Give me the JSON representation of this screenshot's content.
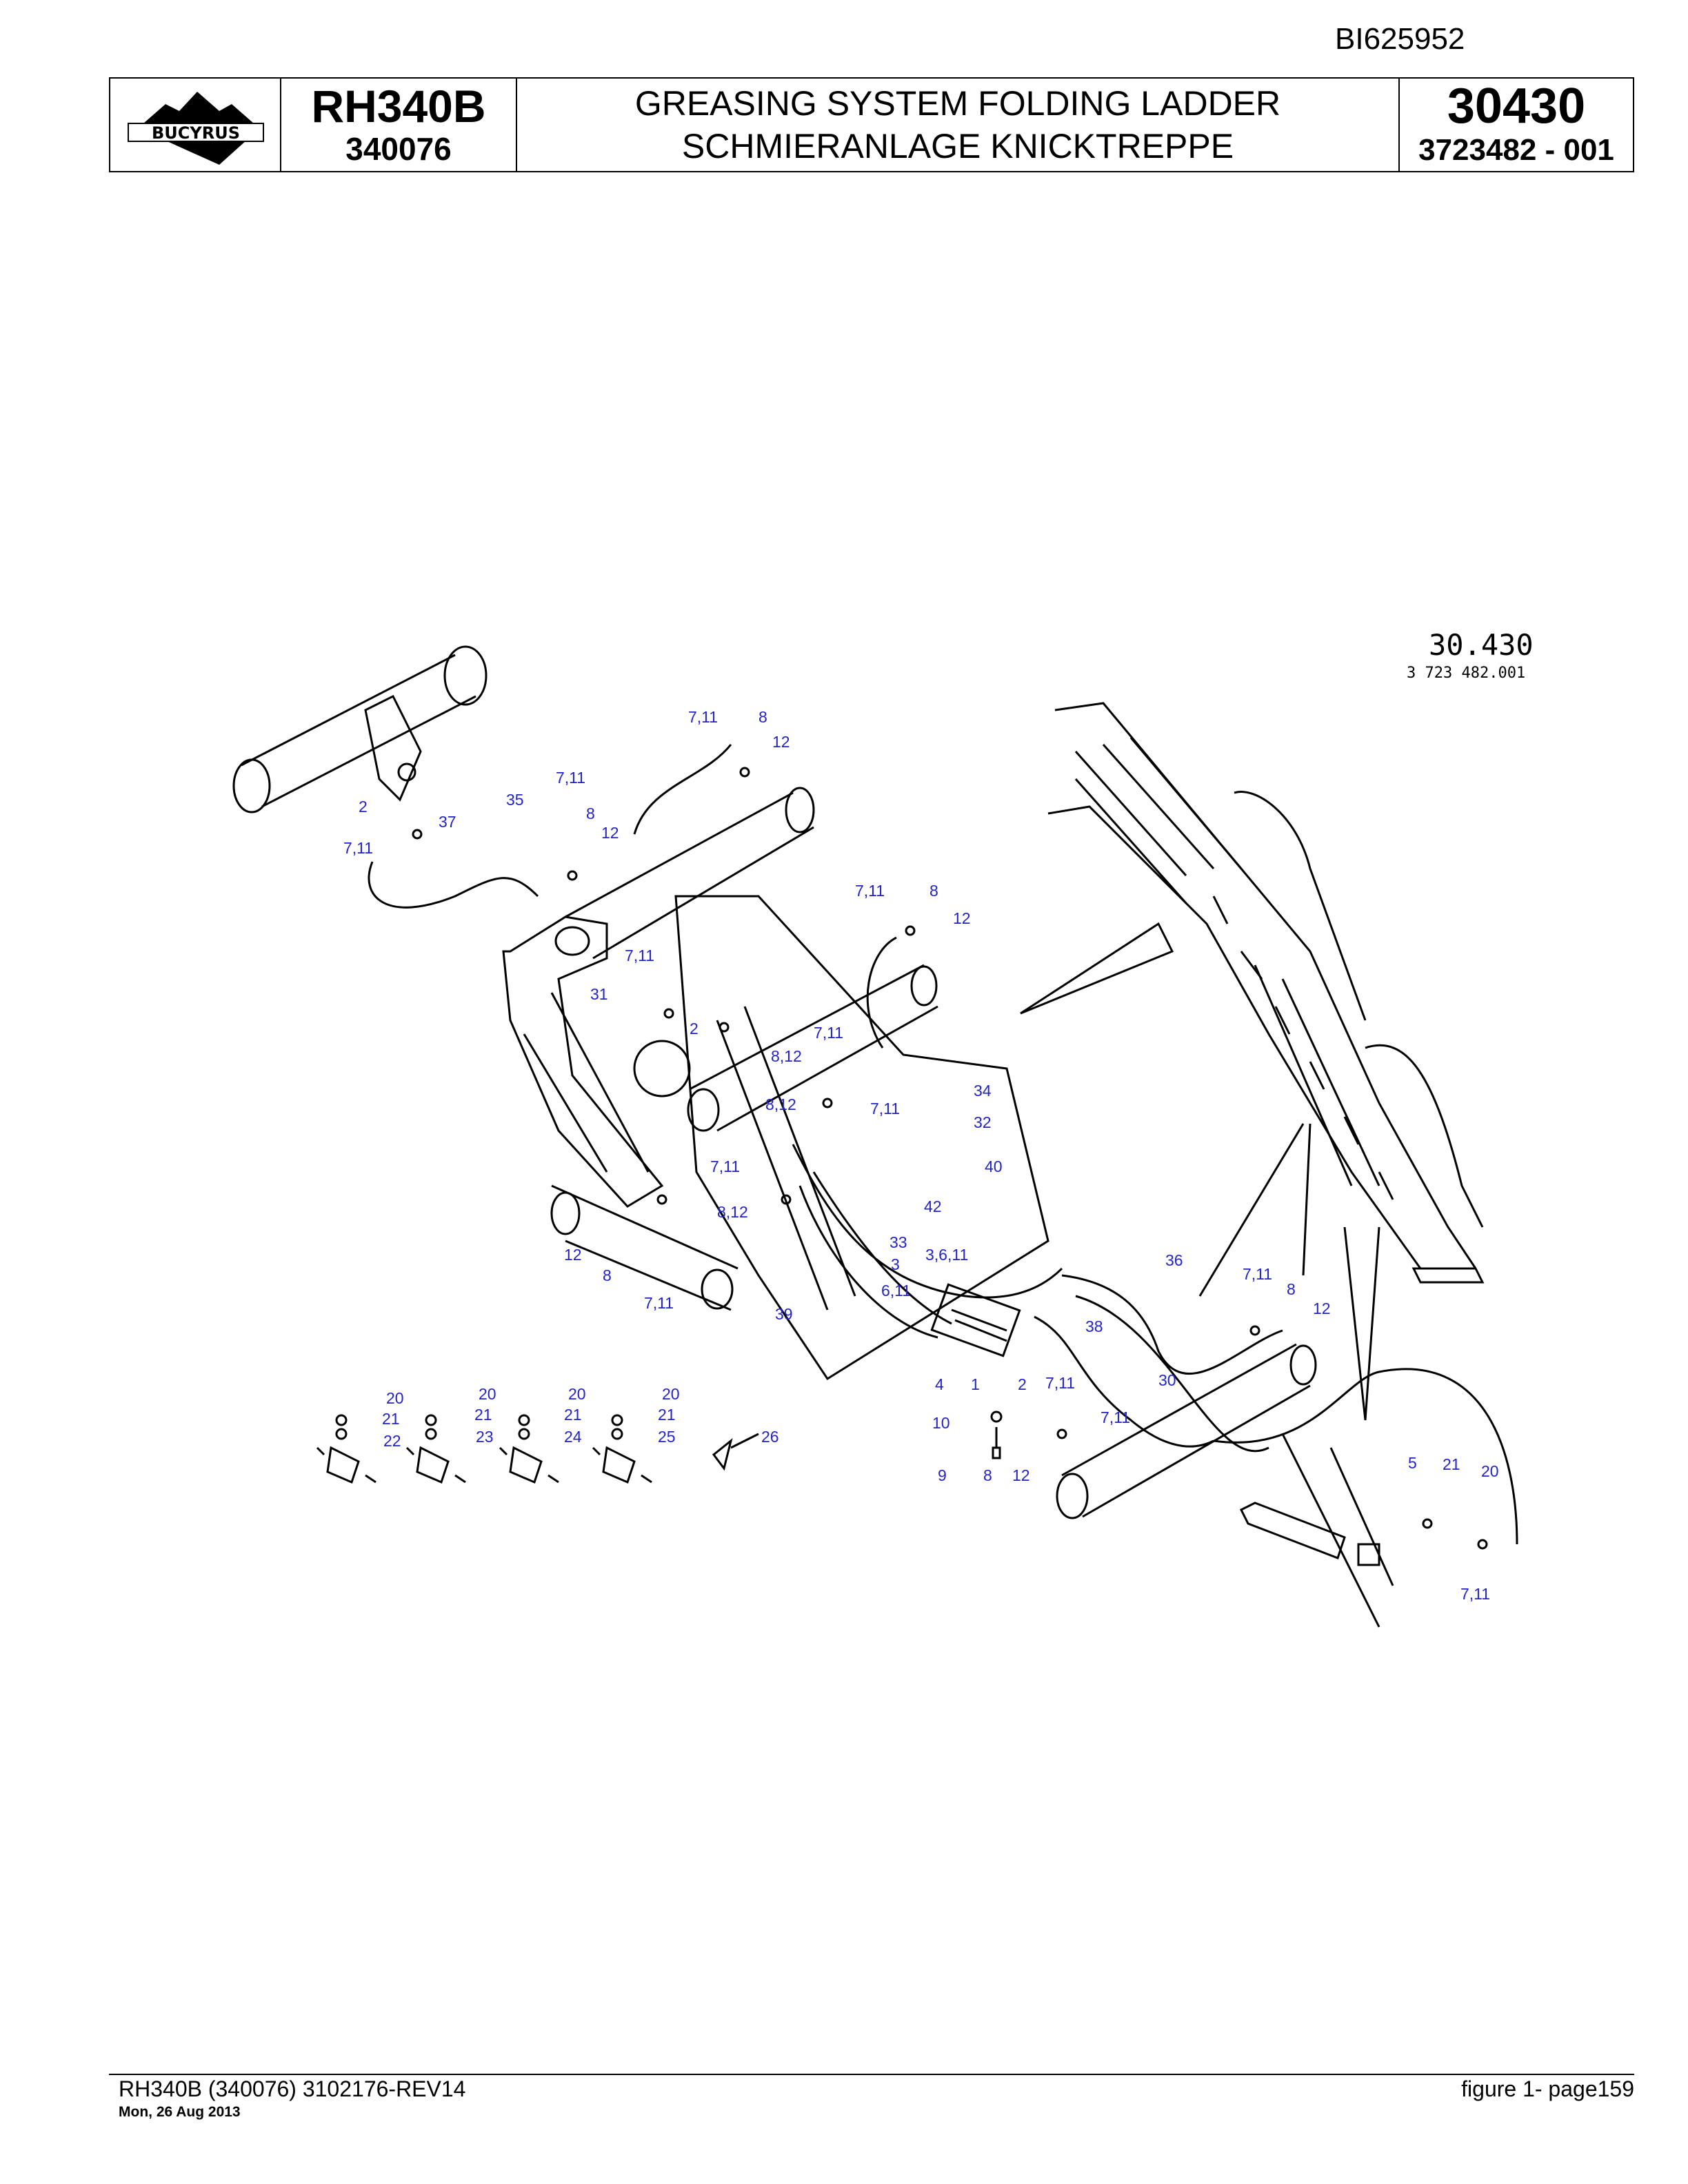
{
  "header": {
    "doc_id": "BI625952",
    "logo_text": "BUCYRUS",
    "model": "RH340B",
    "serial": "340076",
    "title_en": "GREASING SYSTEM FOLDING LADDER",
    "title_de": "SCHMIERANLAGE KNICKTREPPE",
    "figure_number": "30430",
    "part_number": "3723482  - 001"
  },
  "drawing": {
    "stamp_number": "30.430",
    "stamp_part": "3 723 482.001",
    "callouts": [
      "7,11",
      "8",
      "12",
      "7,11",
      "8",
      "12",
      "2",
      "35",
      "37",
      "7,11",
      "7,11",
      "8",
      "12",
      "7,11",
      "31",
      "2",
      "7,11",
      "8,12",
      "8,12",
      "7,11",
      "34",
      "32",
      "7,11",
      "40",
      "42",
      "8,12",
      "33",
      "3",
      "3,6,11",
      "6,11",
      "36",
      "7,11",
      "8",
      "12",
      "38",
      "30",
      "12",
      "8",
      "7,11",
      "39",
      "4",
      "1",
      "2",
      "7,11",
      "10",
      "7,11",
      "9",
      "8",
      "12",
      "20",
      "21",
      "22",
      "20",
      "21",
      "23",
      "20",
      "21",
      "24",
      "20",
      "21",
      "25",
      "26",
      "5",
      "21",
      "20",
      "7,11"
    ]
  },
  "footer": {
    "left": "RH340B (340076) 3102176-REV14",
    "date": "Mon, 26 Aug 2013",
    "right": "figure  1- page159"
  }
}
